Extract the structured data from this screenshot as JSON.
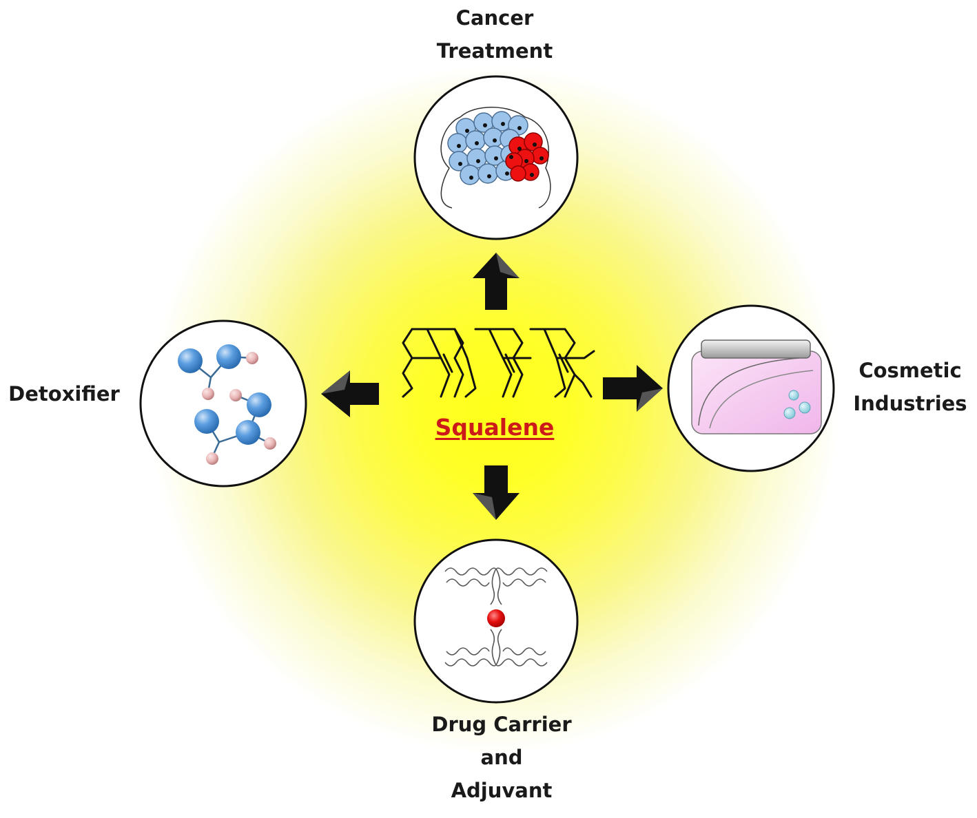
{
  "center": {
    "title": "Squalene",
    "title_color": "#cc1a1a",
    "molecule_icon": "squalene-structure"
  },
  "applications": {
    "cancer": {
      "lines": [
        "Cancer",
        "Treatment"
      ],
      "icon": "cancer-cells-icon"
    },
    "detoxifier": {
      "lines": [
        "Detoxifier"
      ],
      "icon": "molecules-icon"
    },
    "cosmetic": {
      "lines": [
        "Cosmetic",
        "Industries"
      ],
      "icon": "cream-jar-icon"
    },
    "drug": {
      "lines": [
        "Drug Carrier",
        "and",
        "Adjuvant"
      ],
      "icon": "drug-carrier-icon"
    }
  },
  "colors": {
    "glow": "#ffff1a",
    "arrow": "#111111",
    "healthy_cell": "#9cc3ea",
    "cancer_cell": "#ee1111",
    "molecule_atom": "#5b9ee0",
    "molecule_small_atom": "#e8b4b4",
    "jar": "#f6c8f0",
    "drug_core": "#e61010"
  }
}
